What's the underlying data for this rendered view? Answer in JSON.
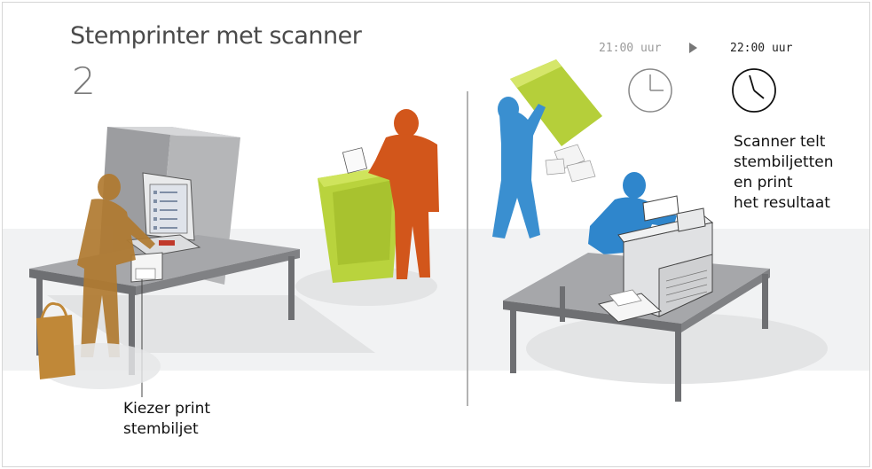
{
  "header": {
    "title": "Stemprinter met scanner",
    "step_number": "2"
  },
  "timeline": {
    "time_start": "21:00 uur",
    "time_end": "22:00 uur",
    "arrow_icon": "play-triangle-icon",
    "clock_icon": "clock-icon"
  },
  "captions": {
    "voter_line1": "Kiezer print",
    "voter_line2": "stembiljet",
    "scanner_line1": "Scanner telt",
    "scanner_line2": "stembiljetten",
    "scanner_line3": "en print",
    "scanner_line4": "het resultaat"
  },
  "colors": {
    "voter": "#b07a30",
    "voter_orange": "#d2561b",
    "ballot_box": "#b9d33d",
    "worker_blue": "#3a8fd0",
    "table_gray": "#8e8f92",
    "floor": "#eeeff0"
  }
}
